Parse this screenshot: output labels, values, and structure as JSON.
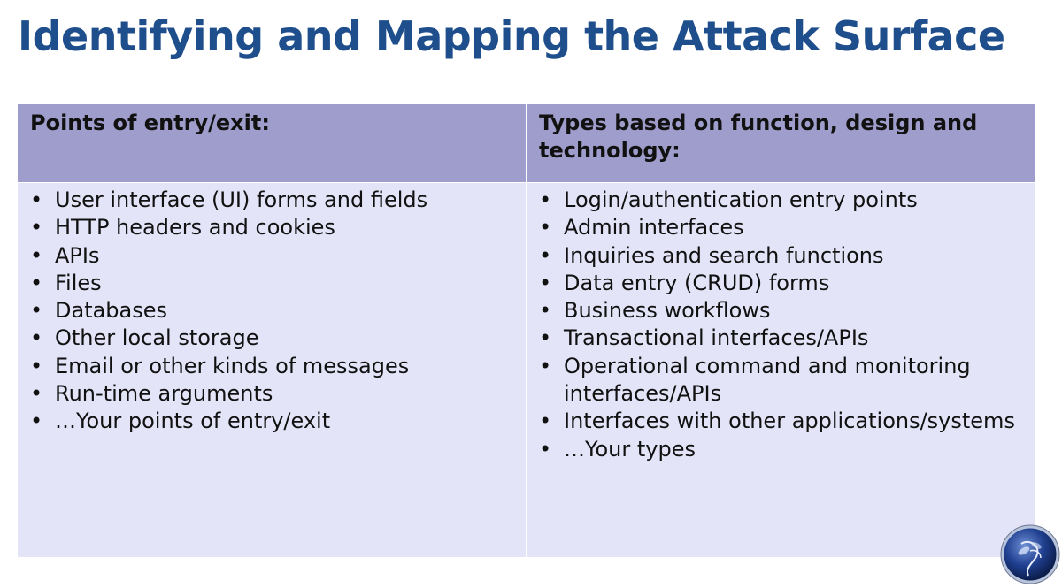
{
  "slide": {
    "title": "Identifying and Mapping the Attack Surface"
  },
  "table": {
    "col1": {
      "header": "Points of entry/exit:",
      "items": [
        "User interface (UI) forms and fields",
        "HTTP headers and cookies",
        "APIs",
        "Files",
        "Databases",
        "Other local storage",
        "Email or other kinds of messages",
        "Run-time arguments",
        "…Your points of entry/exit"
      ]
    },
    "col2": {
      "header": "Types based on function, design and technology:",
      "items": [
        "Login/authentication entry points",
        "Admin interfaces",
        "Inquiries and search functions",
        "Data entry (CRUD) forms",
        "Business workflows",
        "Transactional interfaces/APIs",
        "Operational command and monitoring interfaces/APIs",
        "Interfaces with other applications/systems",
        "…Your types"
      ]
    }
  },
  "colors": {
    "title": "#1f4e8c",
    "header_bg": "#9e9dcb",
    "body_bg": "#e4e4f8"
  },
  "icons": {
    "corner_logo": "owasp-wasp-logo-icon"
  }
}
